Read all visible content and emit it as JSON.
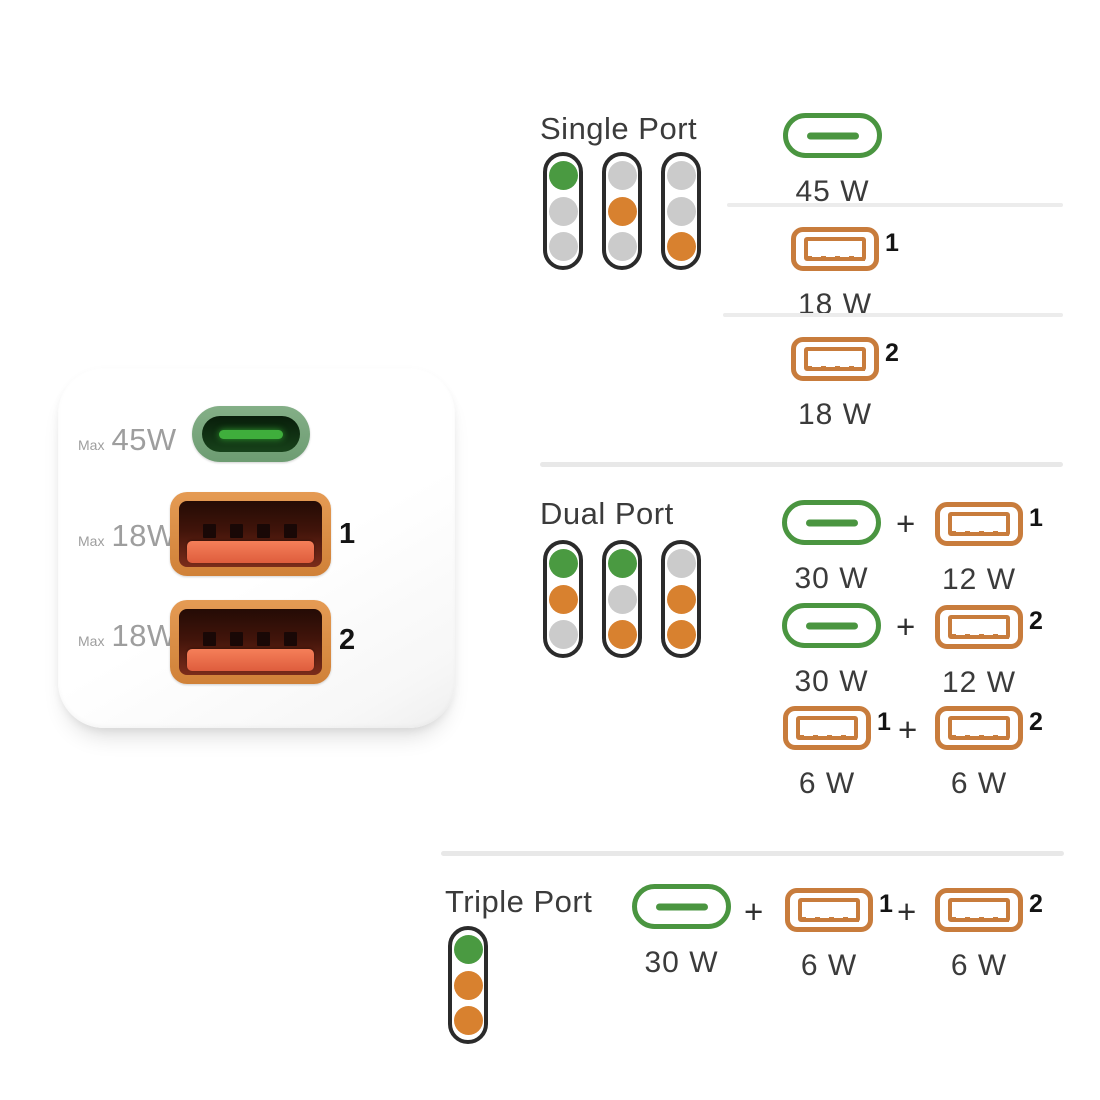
{
  "charger": {
    "max_label": "Max",
    "usbc_watt": "45W",
    "usba1_watt": "18W",
    "usba2_watt": "18W",
    "usba1_number": "1",
    "usba2_number": "2"
  },
  "single": {
    "title": "Single Port",
    "pills": [
      [
        "dot on-c",
        "dot off",
        "dot off"
      ],
      [
        "dot off",
        "dot on-a",
        "dot off"
      ],
      [
        "dot off",
        "dot off",
        "dot on-a"
      ]
    ],
    "modes": [
      {
        "port": "usb-c",
        "watt": "45 W"
      },
      {
        "port": "usb-a",
        "num": "1",
        "watt": "18 W"
      },
      {
        "port": "usb-a",
        "num": "2",
        "watt": "18 W"
      }
    ]
  },
  "dual": {
    "title": "Dual Port",
    "plus": "+",
    "pills": [
      [
        "dot on-c",
        "dot on-a",
        "dot off"
      ],
      [
        "dot on-c",
        "dot off",
        "dot on-a"
      ],
      [
        "dot off",
        "dot on-a",
        "dot on-a"
      ]
    ],
    "rows": [
      {
        "a_port": "usb-c",
        "a_watt": "30 W",
        "b_port": "usb-a",
        "b_num": "1",
        "b_watt": "12 W"
      },
      {
        "a_port": "usb-c",
        "a_watt": "30 W",
        "b_port": "usb-a",
        "b_num": "2",
        "b_watt": "12 W"
      },
      {
        "a_port": "usb-a",
        "a_num": "1",
        "a_watt": "6 W",
        "b_port": "usb-a",
        "b_num": "2",
        "b_watt": "6 W"
      }
    ]
  },
  "triple": {
    "title": "Triple Port",
    "plus": "+",
    "pills": [
      [
        "dot on-c",
        "dot on-a",
        "dot on-a"
      ]
    ],
    "row": {
      "c_watt": "30 W",
      "a1_num": "1",
      "a1_watt": "6 W",
      "a2_num": "2",
      "a2_watt": "6 W"
    }
  },
  "colors": {
    "usbc_green": "#4a9540",
    "usba_orange": "#c87c3c",
    "dot_green": "#4a9a41",
    "dot_orange": "#d8812f",
    "dot_off": "#cbcbcb",
    "ink": "#3b3b3b",
    "num_ink": "#141414",
    "divider": "#e8e8e8",
    "muted": "#9e9e9e"
  }
}
